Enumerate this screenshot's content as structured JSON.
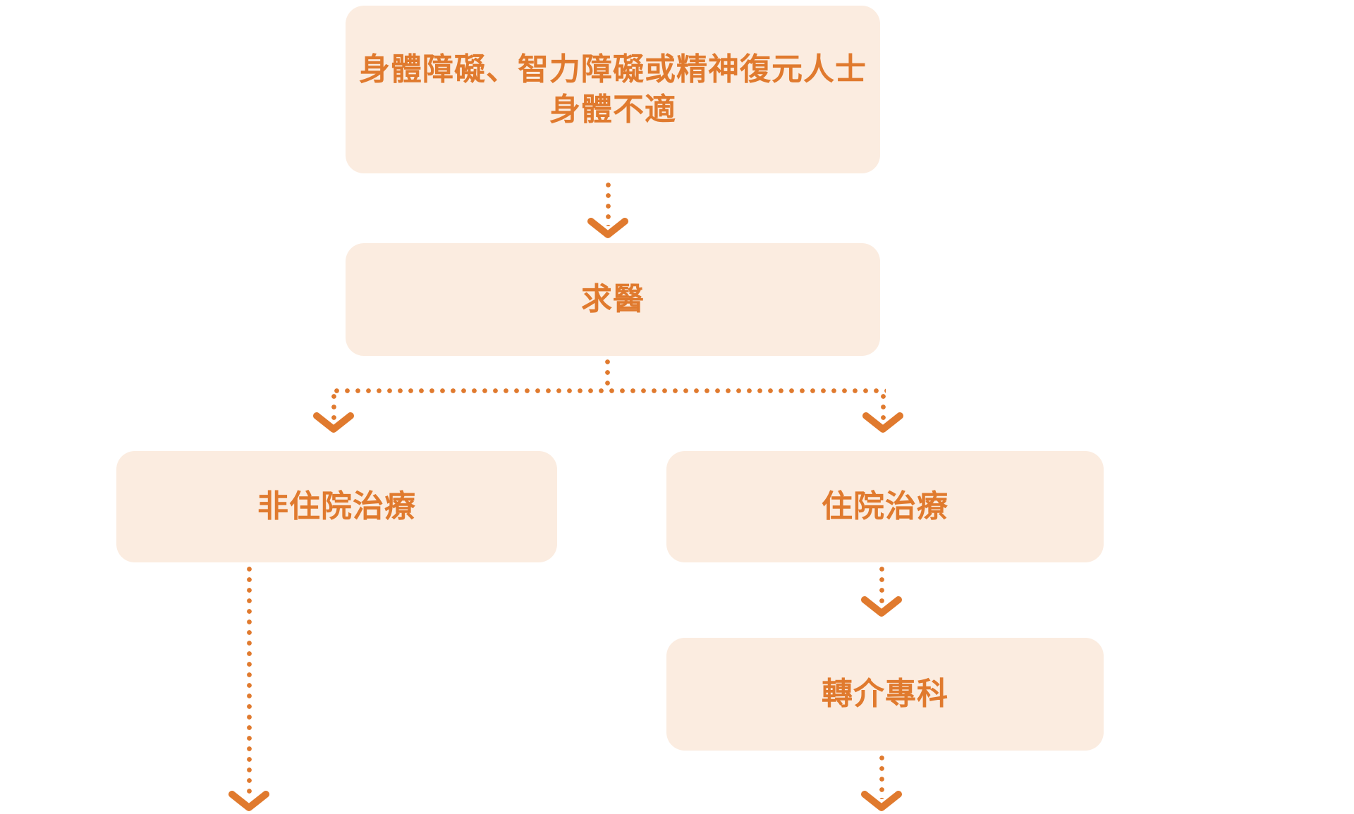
{
  "style": {
    "accent_orange": "#E07A2E",
    "node_fill": "#FBECE0",
    "background": "#FFFFFF"
  },
  "nodes": {
    "condition": {
      "line1": "身體障礙、智力障礙或精神復元人士",
      "line2": "身體不適"
    },
    "seek": {
      "label": "求醫"
    },
    "outpatient": {
      "label": "非住院治療"
    },
    "inpatient": {
      "label": "住院治療"
    },
    "referral": {
      "label": "轉介專科"
    }
  },
  "edges": [
    {
      "from": "condition",
      "to": "seek",
      "style": "dotted-arrow"
    },
    {
      "from": "seek",
      "to": "outpatient",
      "style": "dotted-arrow"
    },
    {
      "from": "seek",
      "to": "inpatient",
      "style": "dotted-arrow"
    },
    {
      "from": "outpatient",
      "to": "offscreen-bottom",
      "style": "dotted-arrow"
    },
    {
      "from": "inpatient",
      "to": "referral",
      "style": "dotted-arrow"
    },
    {
      "from": "referral",
      "to": "offscreen-bottom",
      "style": "dotted-arrow"
    }
  ]
}
